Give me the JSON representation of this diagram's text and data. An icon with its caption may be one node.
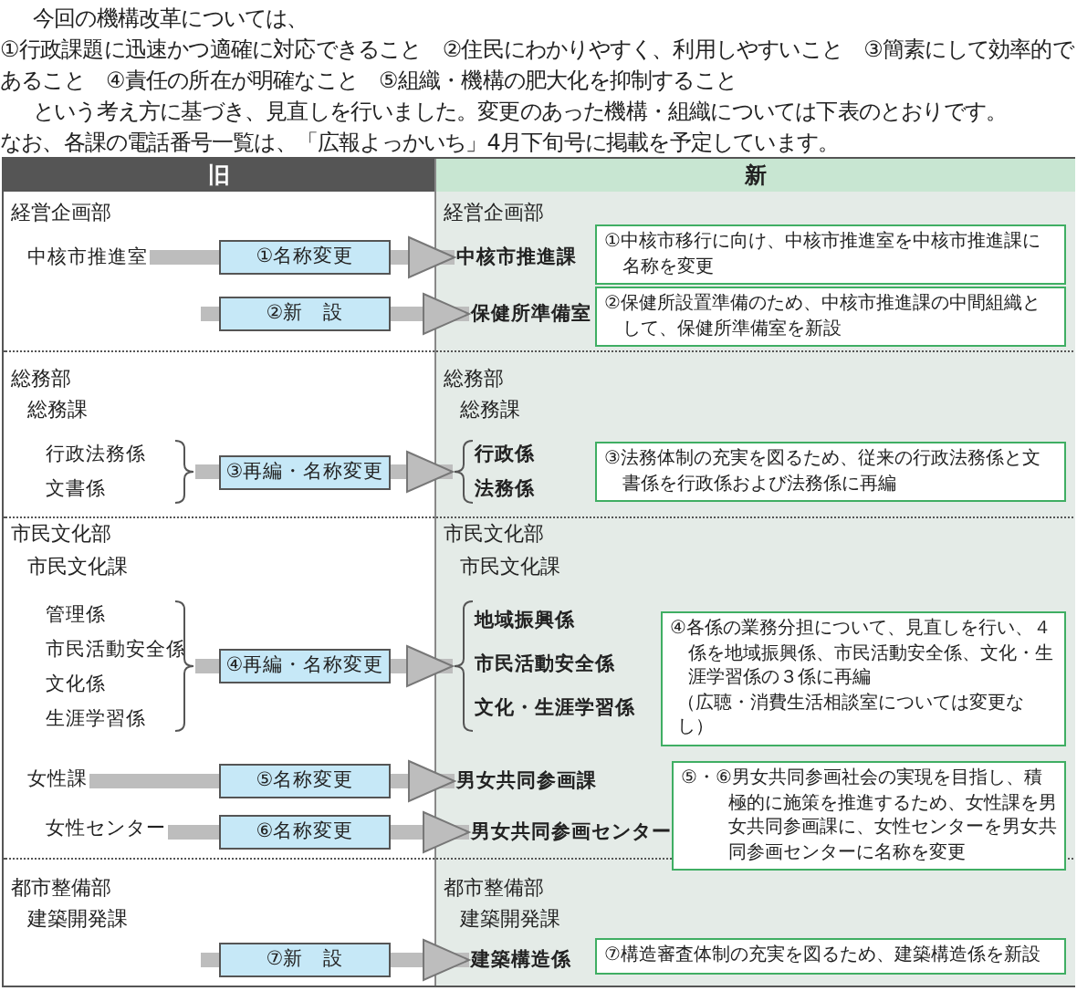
{
  "diagram": {
    "nodes": [
      {
        "text": [
          "中核市推進室"
        ]
      },
      {
        "text": [
          "中核市推進課"
        ]
      },
      {
        "text": [
          "①中核市移行に向け、中核市推進室を中核市推進課に名称を変更"
        ]
      },
      {
        "text": [
          "保健所準備室"
        ]
      },
      {
        "text": [
          "②保健所設置準備のため、中核市推進課の中間組織として、保健所準備室を新設"
        ]
      },
      {
        "text": [
          "行政法務係"
        ]
      },
      {
        "text": [
          "文書係"
        ]
      },
      {
        "text": [],
        "shape": "brace"
      },
      {
        "text": [],
        "shape": "brace"
      },
      {
        "text": [
          "行政係"
        ]
      },
      {
        "text": [
          "法務係"
        ]
      },
      {
        "text": [
          "③法務体制の充実を図るため、従来の行政法務係と文書係を行政係および法務係に再編"
        ]
      },
      {
        "text": [
          "管理係"
        ]
      },
      {
        "text": [
          "市民活動安全係"
        ]
      },
      {
        "text": [
          "文化係"
        ]
      },
      {
        "text": [
          "生涯学習係"
        ]
      },
      {
        "text": [],
        "shape": "brace"
      },
      {
        "text": [],
        "shape": "brace"
      },
      {
        "text": [
          "地域振興係"
        ]
      },
      {
        "text": [
          "市民活動安全係"
        ]
      },
      {
        "text": [
          "文化・生涯学習係"
        ]
      },
      {
        "text": [
          "④各係の業務分担について、見直しを行い、４係を地域振興係、市民活動安全係、文化・生涯学習係の３係に再編",
          "（広聴・消費生活相談室については変更なし）"
        ]
      },
      {
        "text": [
          "女性課"
        ]
      },
      {
        "text": [
          "男女共同参画課"
        ]
      },
      {
        "text": [
          "⑤・⑥男女共同参画社会の実現を目指し、積極的に施策を推進するため、女性課を男女共同参画課に、女性センターを男女共同参画センターに名称を変更"
        ]
      },
      {
        "text": [
          "女性センター"
        ]
      },
      {
        "text": [
          "男女共同参画センター"
        ]
      },
      {
        "text": [
          "建築構造係"
        ]
      },
      {
        "text": [
          "⑦構造審査体制の充実を図るため、建築構造係を新設"
        ]
      }
    ],
    "edges": [
      {
        "from": 0,
        "to": 1,
        "arrow": "to",
        "label": "①名称変更"
      },
      {
        "from": null,
        "to": 3,
        "arrow": "to",
        "label": "②新　設"
      },
      {
        "from": 7,
        "to": 8,
        "arrow": "to",
        "label": "③再編・名称変更"
      },
      {
        "from": 16,
        "to": 17,
        "arrow": "to",
        "label": "④再編・名称変更"
      },
      {
        "from": 22,
        "to": 23,
        "arrow": "to",
        "label": "⑤名称変更"
      },
      {
        "from": 25,
        "to": 26,
        "arrow": "to",
        "label": "⑥名称変更"
      },
      {
        "from": null,
        "to": 27,
        "arrow": "to",
        "label": "⑦新　設"
      }
    ],
    "labels": [
      "今回の機構改革については、",
      "①行政課題に迅速かつ適確に対応できること　②住民にわかりやすく、利用しやすいこと　③簡素にして効率的であること　④責任の所在が明確なこと　⑤組織・機構の肥大化を抑制すること",
      "という考え方に基づき、見直しを行いました。変更のあった機構・組織については下表のとおりです。",
      "なお、各課の電話番号一覧は、「広報よっかいち」4月下旬号に掲載を予定しています。",
      "旧",
      "新",
      "経営企画部",
      "経営企画部",
      "総務部",
      "総務課",
      "総務部",
      "総務課",
      "市民文化部",
      "市民文化課",
      "市民文化部",
      "市民文化課",
      "都市整備部",
      "建築開発課",
      "都市整備部",
      "建築開発課"
    ]
  }
}
